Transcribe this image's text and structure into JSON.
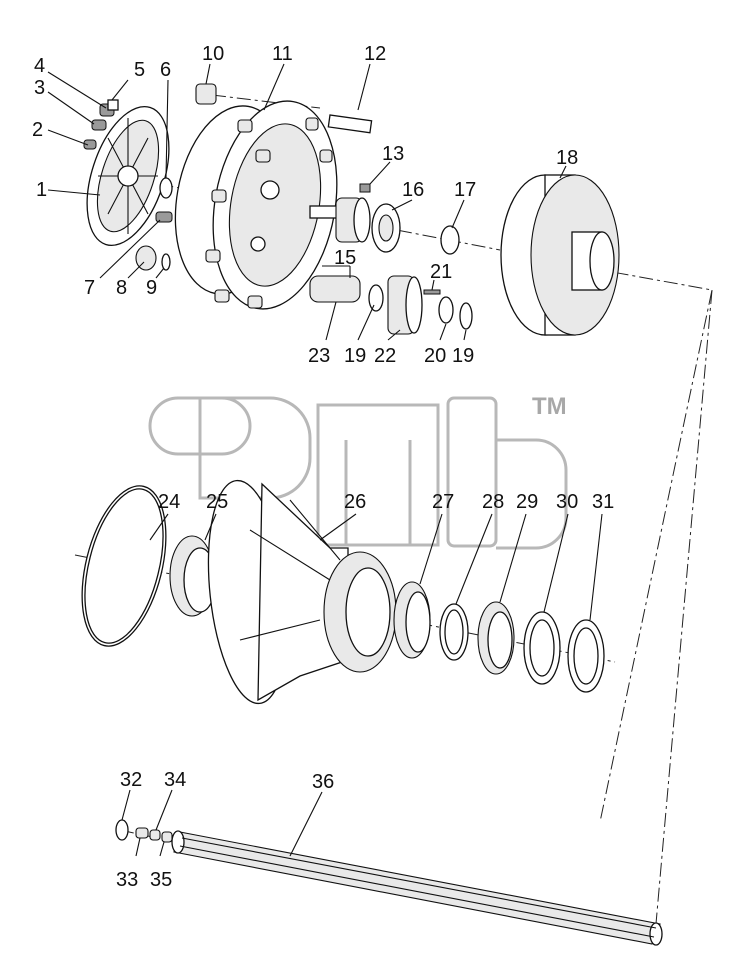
{
  "watermark": {
    "trademark": "TM"
  },
  "parts": [
    {
      "number": "1"
    },
    {
      "number": "2"
    },
    {
      "number": "3"
    },
    {
      "number": "4"
    },
    {
      "number": "5"
    },
    {
      "number": "6"
    },
    {
      "number": "7"
    },
    {
      "number": "8"
    },
    {
      "number": "9"
    },
    {
      "number": "10"
    },
    {
      "number": "11"
    },
    {
      "number": "12"
    },
    {
      "number": "13"
    },
    {
      "number": "15"
    },
    {
      "number": "16"
    },
    {
      "number": "17"
    },
    {
      "number": "18"
    },
    {
      "number": "19"
    },
    {
      "number": "20"
    },
    {
      "number": "19"
    },
    {
      "number": "21"
    },
    {
      "number": "22"
    },
    {
      "number": "23"
    },
    {
      "number": "24"
    },
    {
      "number": "25"
    },
    {
      "number": "26"
    },
    {
      "number": "27"
    },
    {
      "number": "28"
    },
    {
      "number": "29"
    },
    {
      "number": "30"
    },
    {
      "number": "31"
    },
    {
      "number": "32"
    },
    {
      "number": "33"
    },
    {
      "number": "34"
    },
    {
      "number": "35"
    },
    {
      "number": "36"
    }
  ]
}
